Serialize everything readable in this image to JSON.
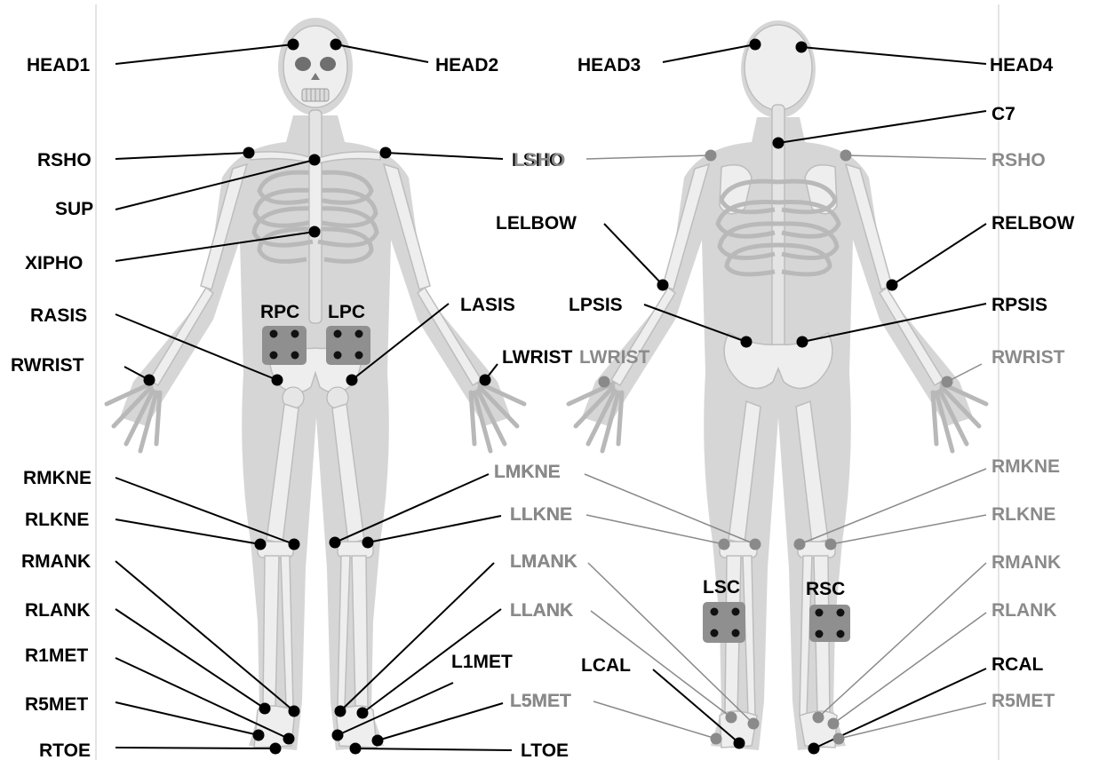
{
  "colors": {
    "marker_visible": "#000000",
    "marker_hidden": "#8a8a8a",
    "pad": "#8f8f8f",
    "silhouette": "#d6d6d6",
    "bone": "#eeeeee"
  },
  "front_view": {
    "markers": [
      {
        "label": "HEAD1",
        "style": "visible"
      },
      {
        "label": "HEAD2",
        "style": "visible"
      },
      {
        "label": "RSHO",
        "style": "visible"
      },
      {
        "label": "SUP",
        "style": "visible"
      },
      {
        "label": "XIPHO",
        "style": "visible"
      },
      {
        "label": "LSHO",
        "style": "visible"
      },
      {
        "label": "RASIS",
        "style": "visible"
      },
      {
        "label": "RWRIST",
        "style": "visible"
      },
      {
        "label": "LASIS",
        "style": "visible"
      },
      {
        "label": "LWRIST",
        "style": "visible"
      },
      {
        "label": "RMKNE",
        "style": "visible"
      },
      {
        "label": "RLKNE",
        "style": "visible"
      },
      {
        "label": "RMANK",
        "style": "visible"
      },
      {
        "label": "RLANK",
        "style": "visible"
      },
      {
        "label": "R1MET",
        "style": "visible"
      },
      {
        "label": "R5MET",
        "style": "visible"
      },
      {
        "label": "RTOE",
        "style": "visible"
      },
      {
        "label": "LMKNE",
        "style": "visible"
      },
      {
        "label": "LLKNE",
        "style": "visible"
      },
      {
        "label": "LMANK",
        "style": "visible"
      },
      {
        "label": "LLANK",
        "style": "visible"
      },
      {
        "label": "L1MET",
        "style": "visible"
      },
      {
        "label": "L5MET",
        "style": "visible"
      },
      {
        "label": "LTOE",
        "style": "visible"
      }
    ],
    "clusters": [
      {
        "label": "RPC"
      },
      {
        "label": "LPC"
      }
    ]
  },
  "back_view": {
    "markers": [
      {
        "label": "HEAD3",
        "style": "visible"
      },
      {
        "label": "HEAD4",
        "style": "visible"
      },
      {
        "label": "C7",
        "style": "visible"
      },
      {
        "label": "LSHO",
        "style": "hidden"
      },
      {
        "label": "RSHO",
        "style": "hidden"
      },
      {
        "label": "LELBOW",
        "style": "visible"
      },
      {
        "label": "RELBOW",
        "style": "visible"
      },
      {
        "label": "LPSIS",
        "style": "visible"
      },
      {
        "label": "RPSIS",
        "style": "visible"
      },
      {
        "label": "LWRIST",
        "style": "hidden"
      },
      {
        "label": "RWRIST",
        "style": "hidden"
      },
      {
        "label": "LMKNE",
        "style": "hidden"
      },
      {
        "label": "LLKNE",
        "style": "hidden"
      },
      {
        "label": "LMANK",
        "style": "hidden"
      },
      {
        "label": "LLANK",
        "style": "hidden"
      },
      {
        "label": "LCAL",
        "style": "visible"
      },
      {
        "label": "L5MET",
        "style": "hidden"
      },
      {
        "label": "RMKNE",
        "style": "hidden"
      },
      {
        "label": "RLKNE",
        "style": "hidden"
      },
      {
        "label": "RMANK",
        "style": "hidden"
      },
      {
        "label": "RLANK",
        "style": "hidden"
      },
      {
        "label": "RCAL",
        "style": "visible"
      },
      {
        "label": "R5MET",
        "style": "hidden"
      }
    ],
    "clusters": [
      {
        "label": "LSC"
      },
      {
        "label": "RSC"
      }
    ]
  }
}
